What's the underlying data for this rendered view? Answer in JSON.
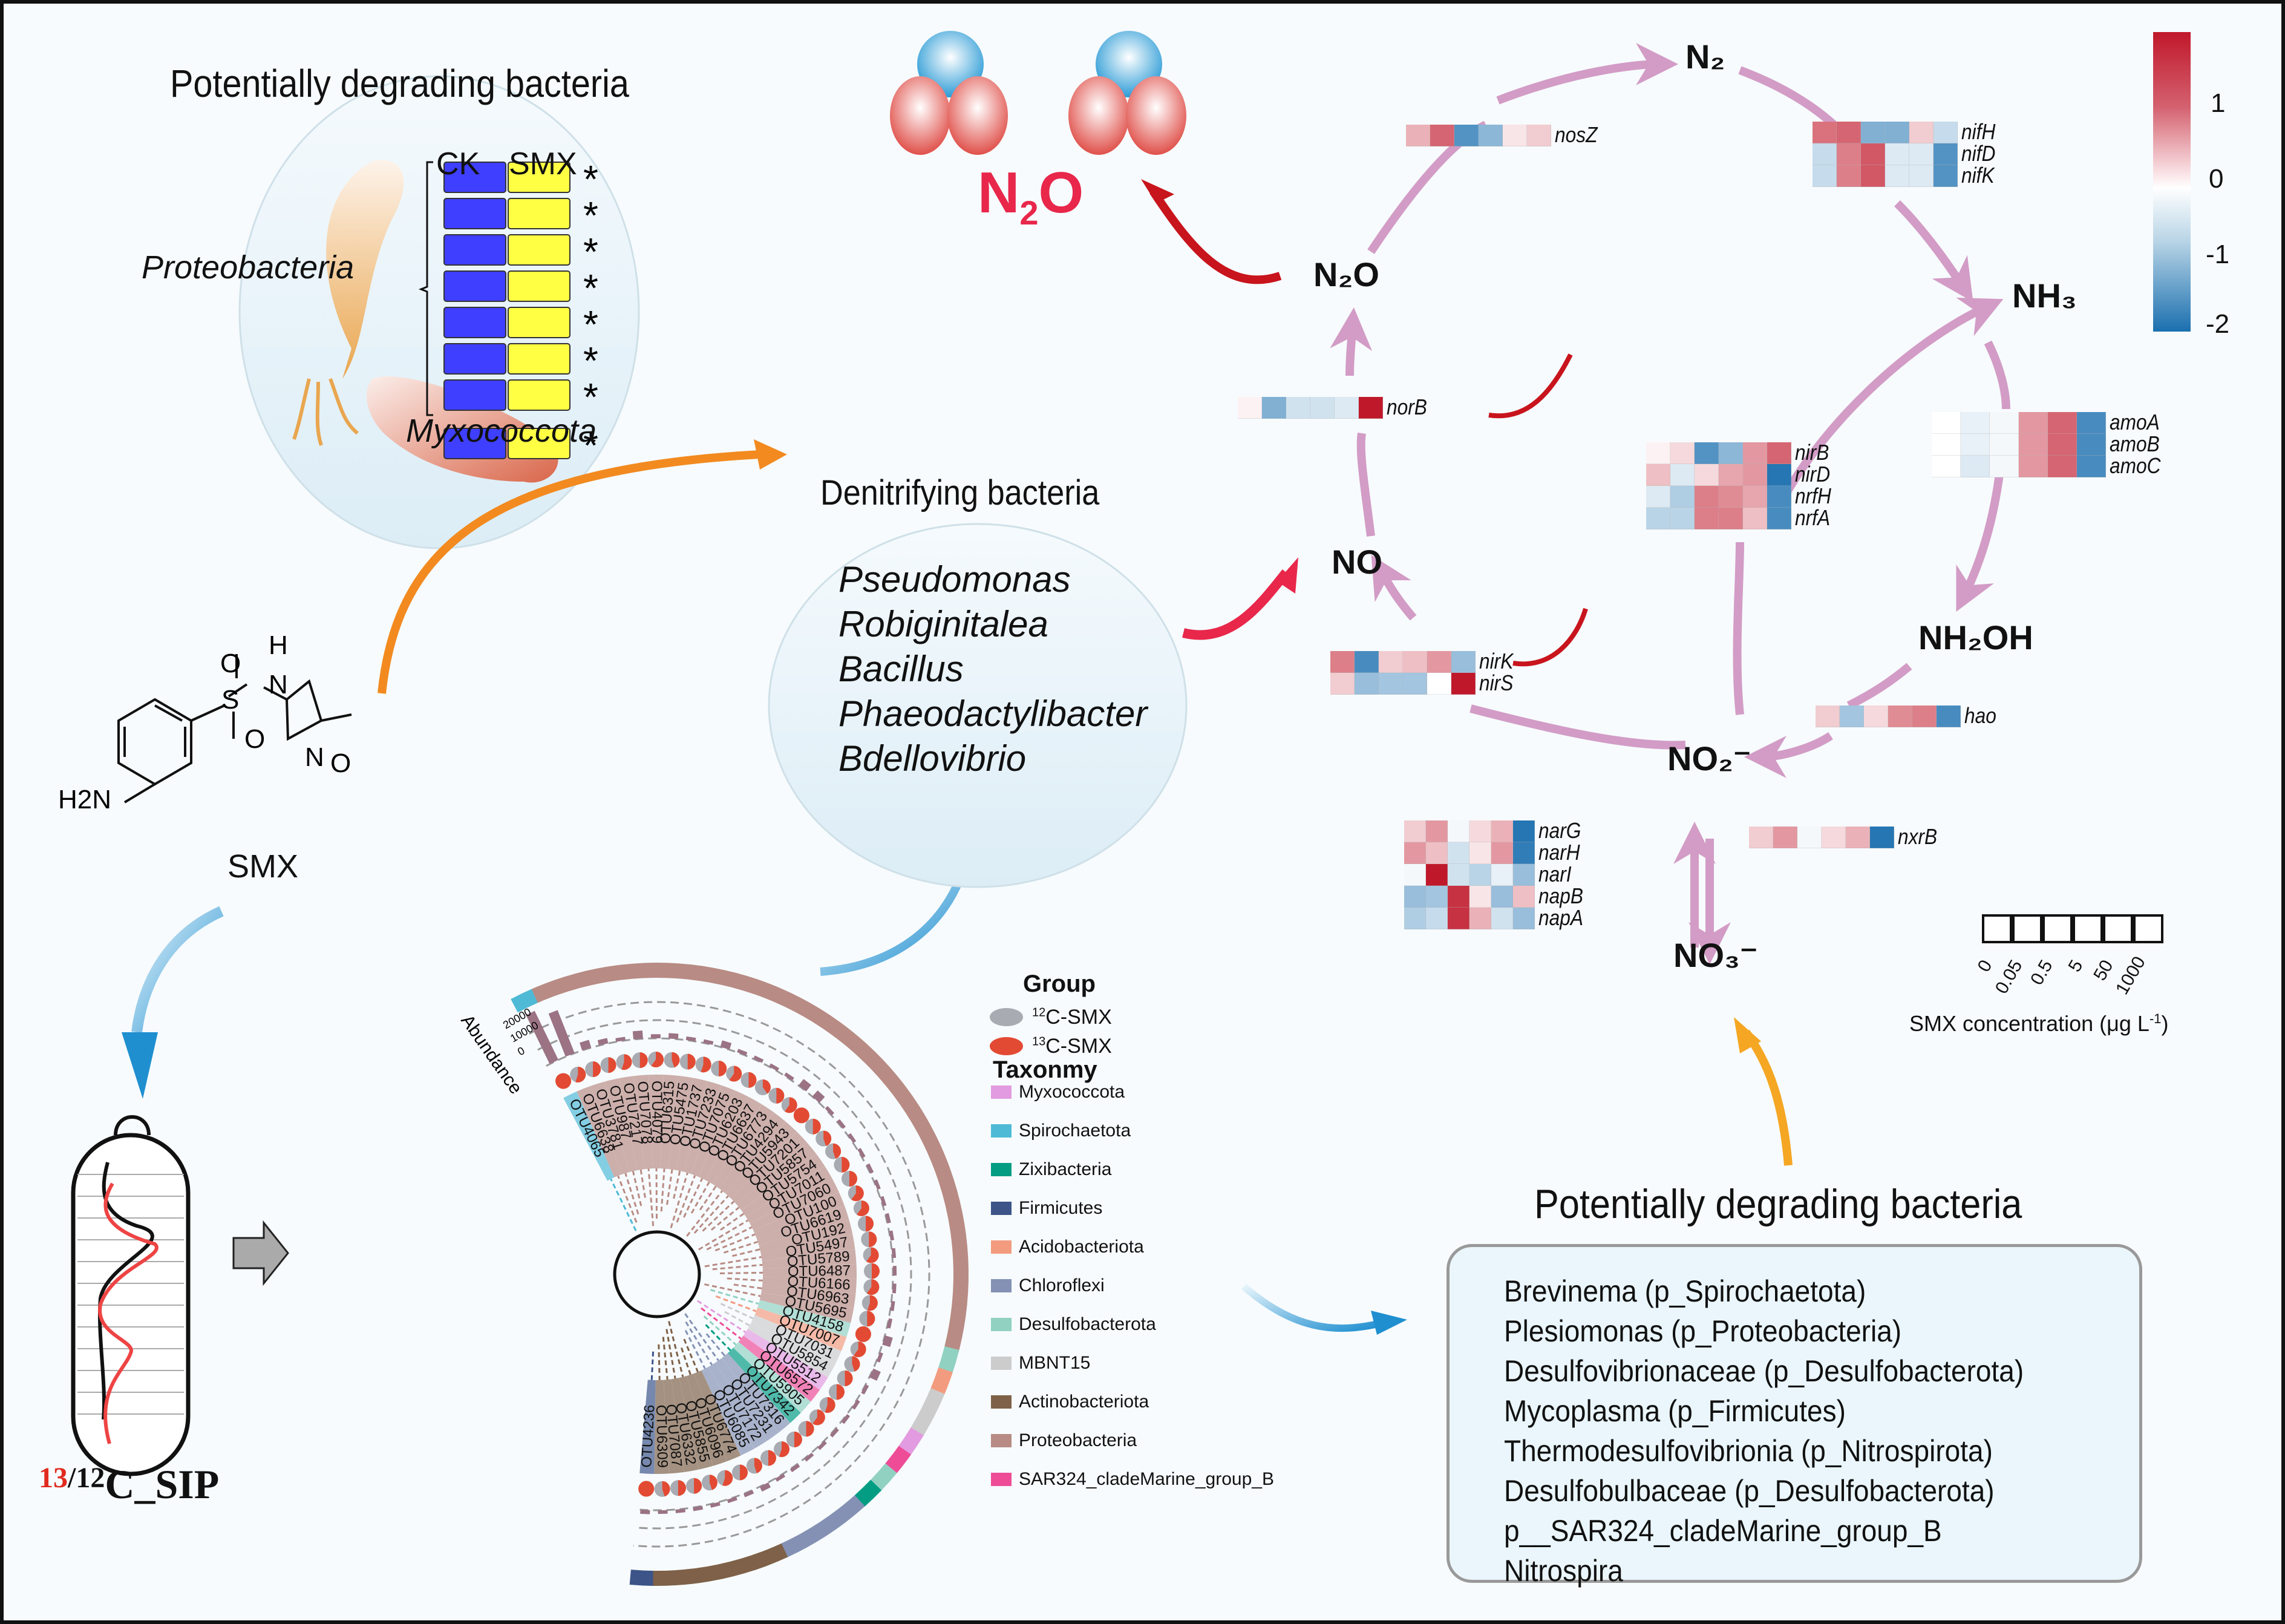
{
  "top_left": {
    "title": "Potentially degrading bacteria",
    "col_headers": [
      "CK",
      "SMX"
    ],
    "phylum_proteobacteria": "Proteobacteria",
    "phylum_myxococcota": "Myxococcota",
    "rows": [
      {
        "ck": "#3f3fff",
        "smx": "#ffff44",
        "sig": "*"
      },
      {
        "ck": "#3f3fff",
        "smx": "#ffff44",
        "sig": "*"
      },
      {
        "ck": "#3f3fff",
        "smx": "#ffff44",
        "sig": "*"
      },
      {
        "ck": "#3f3fff",
        "smx": "#ffff44",
        "sig": "*"
      },
      {
        "ck": "#3f3fff",
        "smx": "#ffff44",
        "sig": "*"
      },
      {
        "ck": "#3f3fff",
        "smx": "#ffff44",
        "sig": "*"
      },
      {
        "ck": "#3f3fff",
        "smx": "#ffff44",
        "sig": "*"
      },
      {
        "ck": "#3f3fff",
        "smx": "#ffff44",
        "sig": "*"
      }
    ]
  },
  "n2o_emission": {
    "label_main": "N",
    "label_sub": "2",
    "label_end": "O",
    "color": "#e8274b"
  },
  "smx": {
    "label": "SMX",
    "atoms": {
      "h2n": "H2N",
      "s": "S",
      "o1": "O",
      "o2": "O",
      "h": "H",
      "n": "N",
      "ring_n": "N",
      "ring_o": "O"
    }
  },
  "denitrifying": {
    "title": "Denitrifying bacteria",
    "genera": [
      "Pseudomonas",
      "Robiginitalea",
      "Bacillus",
      "Phaeodactylibacter",
      "Bdellovibrio"
    ]
  },
  "sip": {
    "label_13": "13",
    "label_rest": "/",
    "label_12": "12",
    "label_c": "C_SIP"
  },
  "nitrogen_cycle": {
    "species": {
      "n2": "N₂",
      "n2o": "N₂O",
      "nh3": "NH₃",
      "no": "NO",
      "nh2oh": "NH₂OH",
      "no2": "NO₂⁻",
      "no3": "NO₃⁻"
    },
    "columns": [
      "0",
      "0.05",
      "0.5",
      "5",
      "50",
      "1000"
    ],
    "heatmaps": [
      {
        "id": "nosz",
        "genes": [
          {
            "name": "nosZ",
            "values": [
              0.6,
              1.2,
              -1.5,
              -1.0,
              0.2,
              0.4
            ]
          }
        ]
      },
      {
        "id": "nif",
        "genes": [
          {
            "name": "nifH",
            "values": [
              1.1,
              1.2,
              -1.1,
              -1.1,
              0.4,
              -0.5
            ]
          },
          {
            "name": "nifD",
            "values": [
              -0.5,
              1.0,
              1.3,
              -0.3,
              -0.3,
              -1.5
            ]
          },
          {
            "name": "nifK",
            "values": [
              -0.5,
              1.0,
              1.3,
              -0.3,
              -0.3,
              -1.5
            ]
          }
        ]
      },
      {
        "id": "norb",
        "genes": [
          {
            "name": "norB",
            "values": [
              0.1,
              -1.1,
              -0.4,
              -0.4,
              -0.3,
              1.8
            ]
          }
        ]
      },
      {
        "id": "nirks",
        "genes": [
          {
            "name": "nirK",
            "values": [
              1.0,
              -1.6,
              0.4,
              0.5,
              0.8,
              -0.9
            ]
          },
          {
            "name": "nirS",
            "values": [
              0.4,
              -0.9,
              -0.8,
              -0.8,
              0.0,
              1.8
            ]
          }
        ]
      },
      {
        "id": "nirbd",
        "genes": [
          {
            "name": "nirB",
            "values": [
              0.1,
              0.3,
              -1.5,
              -1.0,
              0.8,
              1.2
            ]
          },
          {
            "name": "nirD",
            "values": [
              0.5,
              -0.3,
              0.3,
              0.7,
              0.8,
              -1.9
            ]
          },
          {
            "name": "nrfH",
            "values": [
              -0.3,
              -0.7,
              1.0,
              0.9,
              0.7,
              -1.6
            ]
          },
          {
            "name": "nrfA",
            "values": [
              -0.6,
              -0.6,
              1.0,
              1.0,
              0.5,
              -1.6
            ]
          }
        ]
      },
      {
        "id": "amo",
        "genes": [
          {
            "name": "amoA",
            "values": [
              0.0,
              -0.2,
              -0.1,
              0.8,
              1.2,
              -1.6
            ]
          },
          {
            "name": "amoB",
            "values": [
              0.0,
              -0.2,
              -0.1,
              0.8,
              1.2,
              -1.6
            ]
          },
          {
            "name": "amoC",
            "values": [
              0.0,
              -0.3,
              -0.1,
              0.8,
              1.2,
              -1.6
            ]
          }
        ]
      },
      {
        "id": "hao",
        "genes": [
          {
            "name": "hao",
            "values": [
              0.4,
              -0.8,
              0.3,
              0.9,
              1.0,
              -1.6
            ]
          }
        ]
      },
      {
        "id": "narnap",
        "genes": [
          {
            "name": "narG",
            "values": [
              0.4,
              0.8,
              -0.1,
              0.3,
              0.6,
              -1.9
            ]
          },
          {
            "name": "narH",
            "values": [
              0.8,
              0.5,
              -0.4,
              0.2,
              0.8,
              -1.8
            ]
          },
          {
            "name": "narI",
            "values": [
              -0.1,
              1.8,
              -0.4,
              -0.6,
              -0.2,
              -0.9
            ]
          },
          {
            "name": "napB",
            "values": [
              -0.9,
              -0.8,
              1.6,
              0.2,
              -0.9,
              0.5
            ]
          },
          {
            "name": "napA",
            "values": [
              -0.7,
              -0.5,
              1.6,
              0.6,
              -0.4,
              -0.9
            ]
          }
        ]
      },
      {
        "id": "nxrb",
        "genes": [
          {
            "name": "nxrB",
            "values": [
              0.4,
              0.8,
              -0.1,
              0.3,
              0.6,
              -1.9
            ]
          }
        ]
      }
    ],
    "colorbar": {
      "ticks": [
        "1",
        "0",
        "-1",
        "-2"
      ],
      "min": -2,
      "max": 1.8,
      "low_color": "#1a6faf",
      "mid_color": "#ffffff",
      "high_color": "#c0182b"
    },
    "concentration_legend": {
      "labels": [
        "0",
        "0.05",
        "0.5",
        "5",
        "50",
        "1000"
      ],
      "title": "SMX concentration (μg L",
      "title_sup": "-1",
      "title_end": ")"
    }
  },
  "tree": {
    "abundance_label": "Abundance",
    "abundance_ticks": [
      "20000",
      "10000",
      "0"
    ],
    "group_legend": {
      "title": "Group",
      "items": [
        {
          "label_sup": "12",
          "label": "C-SMX",
          "color": "#a9abb2"
        },
        {
          "label_sup": "13",
          "label": "C-SMX",
          "color": "#e34a33"
        }
      ]
    },
    "taxonomy_legend": {
      "title": "Taxonmy",
      "items": [
        {
          "label": "Myxococcota",
          "color": "#e29be0"
        },
        {
          "label": "Spirochaetota",
          "color": "#4ebad6"
        },
        {
          "label": "Zixibacteria",
          "color": "#039d84"
        },
        {
          "label": "Firmicutes",
          "color": "#3c5488"
        },
        {
          "label": "Acidobacteriota",
          "color": "#f39b7f"
        },
        {
          "label": "Chloroflexi",
          "color": "#8491b4"
        },
        {
          "label": "Desulfobacterota",
          "color": "#91d1c2"
        },
        {
          "label": "MBNT15",
          "color": "#cccccc"
        },
        {
          "label": "Actinobacteriota",
          "color": "#7e6148"
        },
        {
          "label": "Proteobacteria",
          "color": "#b88b84"
        },
        {
          "label": "SAR324_cladeMarine_group_B",
          "color": "#ee4c97"
        }
      ]
    },
    "otus": [
      {
        "id": "OTU4065",
        "tax": "Spirochaetota",
        "c13": 1.0,
        "abund": 20000
      },
      {
        "id": "OTU6638",
        "tax": "Proteobacteria",
        "c13": 0.55,
        "abund": 17000
      },
      {
        "id": "OTU3781",
        "tax": "Proteobacteria",
        "c13": 0.5,
        "abund": 3000
      },
      {
        "id": "OTU987",
        "tax": "Proteobacteria",
        "c13": 0.5,
        "abund": 2000
      },
      {
        "id": "OTU7217",
        "tax": "Proteobacteria",
        "c13": 0.55,
        "abund": 1000
      },
      {
        "id": "OTU7078",
        "tax": "Proteobacteria",
        "c13": 0.5,
        "abund": 3000
      },
      {
        "id": "OTU4079",
        "tax": "Proteobacteria",
        "c13": 0.6,
        "abund": 1500
      },
      {
        "id": "OTU6315",
        "tax": "Proteobacteria",
        "c13": 0.45,
        "abund": 2000
      },
      {
        "id": "OTU5475",
        "tax": "Proteobacteria",
        "c13": 0.5,
        "abund": 500
      },
      {
        "id": "OTU1737",
        "tax": "Proteobacteria",
        "c13": 0.55,
        "abund": 500
      },
      {
        "id": "OTU7233",
        "tax": "Proteobacteria",
        "c13": 0.5,
        "abund": 2500
      },
      {
        "id": "OTU7075",
        "tax": "Proteobacteria",
        "c13": 0.6,
        "abund": 1000
      },
      {
        "id": "OTU6203",
        "tax": "Proteobacteria",
        "c13": 0.5,
        "abund": 1000
      },
      {
        "id": "OTU6637",
        "tax": "Proteobacteria",
        "c13": 0.4,
        "abund": 500
      },
      {
        "id": "OTU6773",
        "tax": "Proteobacteria",
        "c13": 0.5,
        "abund": 500
      },
      {
        "id": "OTU4294",
        "tax": "Proteobacteria",
        "c13": 0.6,
        "abund": 3000
      },
      {
        "id": "OTU5943",
        "tax": "Proteobacteria",
        "c13": 1.0,
        "abund": 3000
      },
      {
        "id": "OTU7201",
        "tax": "Proteobacteria",
        "c13": 0.5,
        "abund": 1000
      },
      {
        "id": "OTU5857",
        "tax": "Proteobacteria",
        "c13": 0.45,
        "abund": 500
      },
      {
        "id": "OTU5754",
        "tax": "Proteobacteria",
        "c13": 0.45,
        "abund": 500
      },
      {
        "id": "OTU7011",
        "tax": "Proteobacteria",
        "c13": 0.5,
        "abund": 500
      },
      {
        "id": "OTU7060",
        "tax": "Proteobacteria",
        "c13": 0.5,
        "abund": 500
      },
      {
        "id": "OTU100",
        "tax": "Proteobacteria",
        "c13": 0.6,
        "abund": 500
      },
      {
        "id": "OTU6619",
        "tax": "Proteobacteria",
        "c13": 0.6,
        "abund": 500
      },
      {
        "id": "OTU192",
        "tax": "Proteobacteria",
        "c13": 0.5,
        "abund": 1000
      },
      {
        "id": "OTU5497",
        "tax": "Proteobacteria",
        "c13": 0.5,
        "abund": 500
      },
      {
        "id": "OTU5789",
        "tax": "Proteobacteria",
        "c13": 0.6,
        "abund": 500
      },
      {
        "id": "OTU6487",
        "tax": "Proteobacteria",
        "c13": 0.5,
        "abund": 500
      },
      {
        "id": "OTU6166",
        "tax": "Proteobacteria",
        "c13": 0.6,
        "abund": 500
      },
      {
        "id": "OTU6963",
        "tax": "Proteobacteria",
        "c13": 0.55,
        "abund": 500
      },
      {
        "id": "OTU5695",
        "tax": "Proteobacteria",
        "c13": 0.5,
        "abund": 500
      },
      {
        "id": "OTU4158",
        "tax": "Desulfobacterota",
        "c13": 1.0,
        "abund": 3000
      },
      {
        "id": "OTU7007",
        "tax": "Acidobacteriota",
        "c13": 0.6,
        "abund": 500
      },
      {
        "id": "OTU7031",
        "tax": "MBNT15",
        "c13": 0.45,
        "abund": 3000
      },
      {
        "id": "OTU5854",
        "tax": "MBNT15",
        "c13": 0.5,
        "abund": 500
      },
      {
        "id": "OTU5512",
        "tax": "Myxococcota",
        "c13": 0.5,
        "abund": 1000
      },
      {
        "id": "OTU6572",
        "tax": "SAR324_cladeMarine_group_B",
        "c13": 0.55,
        "abund": 500
      },
      {
        "id": "OTU5905",
        "tax": "Desulfobacterota",
        "c13": 0.6,
        "abund": 500
      },
      {
        "id": "OTU7342",
        "tax": "Zixibacteria",
        "c13": 0.5,
        "abund": 500
      },
      {
        "id": "OTU7316",
        "tax": "Chloroflexi",
        "c13": 0.5,
        "abund": 500
      },
      {
        "id": "OTU7231",
        "tax": "Chloroflexi",
        "c13": 0.55,
        "abund": 500
      },
      {
        "id": "OTU7172",
        "tax": "Chloroflexi",
        "c13": 0.5,
        "abund": 500
      },
      {
        "id": "OTU6085",
        "tax": "Chloroflexi",
        "c13": 0.45,
        "abund": 2000
      },
      {
        "id": "OTU6774",
        "tax": "Actinobacteriota",
        "c13": 0.5,
        "abund": 500
      },
      {
        "id": "OTU6096",
        "tax": "Actinobacteriota",
        "c13": 0.55,
        "abund": 500
      },
      {
        "id": "OTU5855",
        "tax": "Actinobacteriota",
        "c13": 0.45,
        "abund": 500
      },
      {
        "id": "OTU6332",
        "tax": "Actinobacteriota",
        "c13": 0.5,
        "abund": 500
      },
      {
        "id": "OTU7087",
        "tax": "Actinobacteriota",
        "c13": 0.5,
        "abund": 500
      },
      {
        "id": "OTU6309",
        "tax": "Actinobacteriota",
        "c13": 0.45,
        "abund": 500
      },
      {
        "id": "OTU4236",
        "tax": "Firmicutes",
        "c13": 1.0,
        "abund": 1500
      }
    ]
  },
  "bottom_right": {
    "title": "Potentially degrading bacteria",
    "items": [
      "Brevinema (p_Spirochaetota)",
      "Plesiomonas (p_Proteobacteria)",
      "Desulfovibrionaceae (p_Desulfobacterota)",
      "Mycoplasma (p_Firmicutes)",
      "Thermodesulfovibrionia (p_Nitrospirota)",
      "Desulfobulbaceae (p_Desulfobacterota)",
      "p__SAR324_cladeMarine_group_B",
      "Nitrospira"
    ]
  }
}
